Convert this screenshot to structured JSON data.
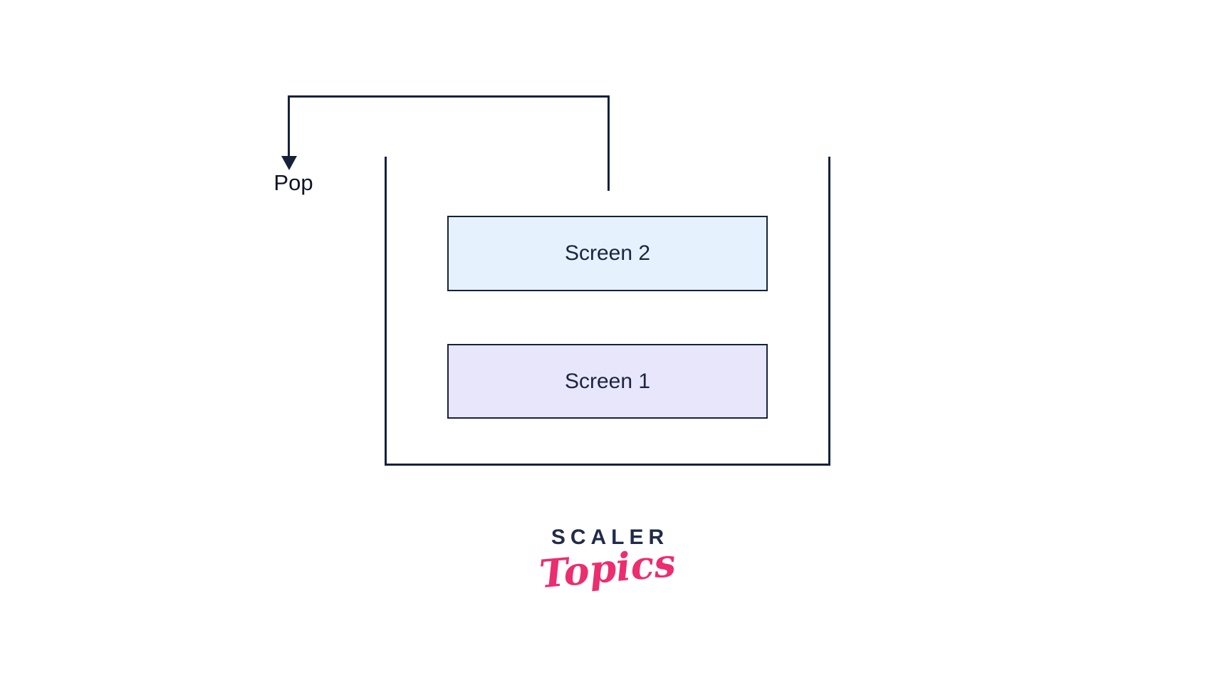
{
  "diagram": {
    "pop_label": "Pop",
    "stack": {
      "screens": [
        {
          "label": "Screen 2",
          "fill": "#e5f1fc"
        },
        {
          "label": "Screen 1",
          "fill": "#e7e6fb"
        }
      ]
    }
  },
  "logo": {
    "brand": "SCALER",
    "sub": "Topics",
    "brand_color": "#212b4a",
    "sub_color": "#ec2d6f"
  },
  "colors": {
    "background": "#ffffff",
    "line": "#16213c",
    "label_text": "#1b2440"
  }
}
